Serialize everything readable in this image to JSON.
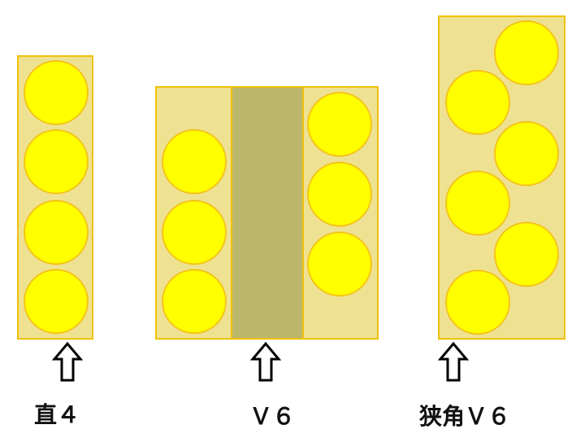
{
  "labels": {
    "inline4": "直４",
    "v6": "Ｖ６",
    "narrow_v6": "狭角Ｖ６"
  },
  "colors": {
    "block_fill": "#EEE292",
    "block_border": "#EFC10C",
    "crankcase_fill": "#BDB76B",
    "cylinder_fill": "#FFFF00",
    "cylinder_edge": "#F4C41A",
    "arrow": "#000000"
  },
  "engines": [
    {
      "type": "inline-4",
      "cylinders": 4
    },
    {
      "type": "V6",
      "cylinders": 6
    },
    {
      "type": "narrow-angle V6",
      "cylinders": 6
    }
  ],
  "icons": [
    "up-arrow-icon",
    "up-arrow-icon",
    "up-arrow-icon"
  ]
}
